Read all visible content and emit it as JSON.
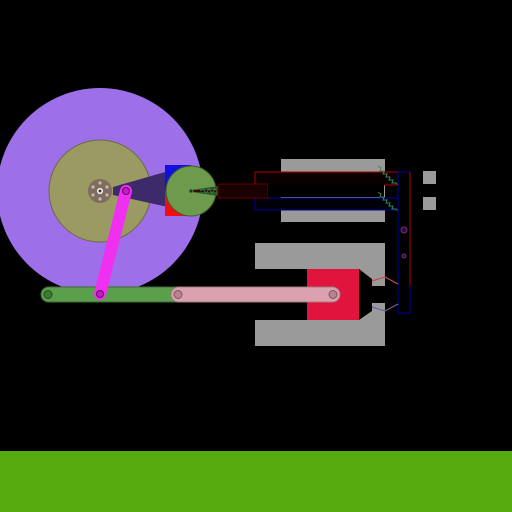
{
  "scene": {
    "kind": "physics-sim",
    "subject": "engine-mechanism",
    "colors": {
      "background": "#000000",
      "ground": "#58ab0e",
      "flywheel": "#9d6fe8",
      "crank_disk": "#9b9a63",
      "crank_hub": "#7f6d60",
      "connecting_rod": "#f030f0",
      "horizontal_link": "#5aa04c",
      "piston_rod": "#dca1ae",
      "cylinder_wall": "#9a9a9a",
      "piston": "#e0143c",
      "small_wheel": "#6e9a4d",
      "block_blue": "#1010e0",
      "block_red": "#ee1010",
      "wedge": "#3c2a6a",
      "spring": "#2e8b57",
      "valve_frame_red": "#b00000",
      "valve_frame_blue": "#0000a0"
    },
    "icons": {
      "joint": "pin-joint",
      "spring": "zigzag-spring"
    }
  }
}
